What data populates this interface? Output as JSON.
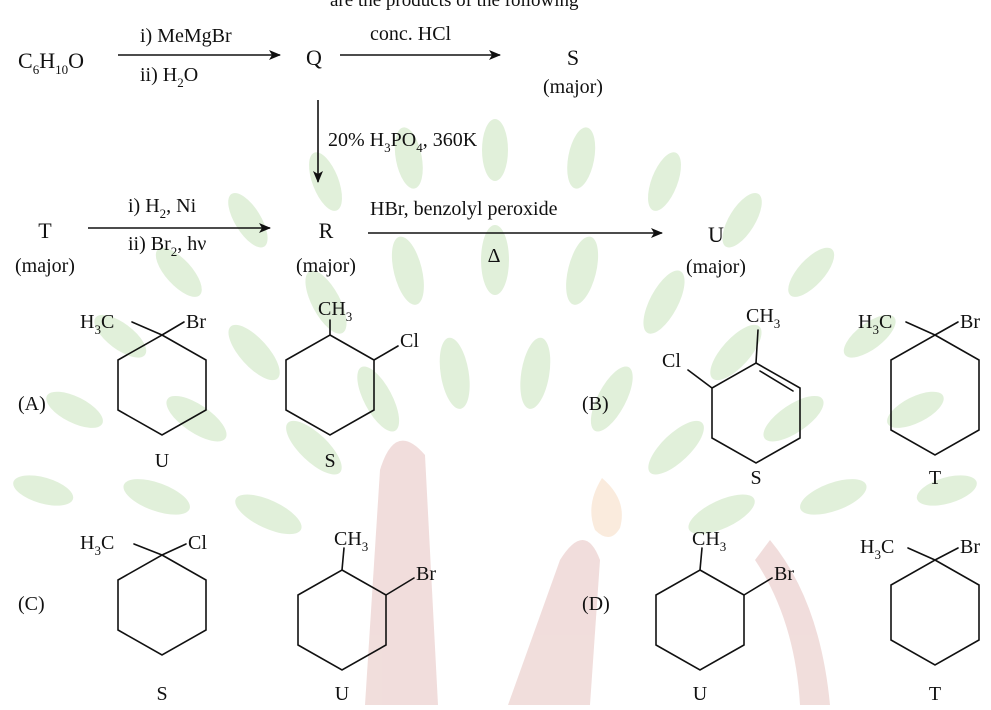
{
  "colors": {
    "watermark_green": "#c9e4bd",
    "watermark_red": "#e6c3c0",
    "watermark_orange": "#f6dcc2",
    "ink": "#111111"
  },
  "header": {
    "partial_text": "are the products of the following"
  },
  "scheme": {
    "start": {
      "c": "C",
      "c_sub": "6",
      "h": "H",
      "h_sub": "10",
      "o": "O"
    },
    "step1": {
      "top": "i) MeMgBr",
      "bottom_a": "ii) H",
      "bottom_sub": "2",
      "bottom_b": "O"
    },
    "Q": "Q",
    "step2": {
      "label": "conc. HCl"
    },
    "S": {
      "letter": "S",
      "tag": "(major)"
    },
    "step3": {
      "a": "20% H",
      "s1": "3",
      "b": "PO",
      "s2": "4",
      "c": ", 360K"
    },
    "T": {
      "letter": "T",
      "tag": "(major)"
    },
    "step4": {
      "top_a": "i) H",
      "top_sub": "2",
      "top_b": ", Ni",
      "bot_a": "ii) Br",
      "bot_sub": "2",
      "bot_b": ", hν"
    },
    "R": {
      "letter": "R",
      "tag": "(major)"
    },
    "step5": {
      "top": "HBr, benzolyl peroxide",
      "bottom": "Δ"
    },
    "U": {
      "letter": "U",
      "tag": "(major)"
    }
  },
  "options": {
    "A": {
      "label": "(A)",
      "s1": {
        "g1a": "H",
        "g1s": "3",
        "g1b": "C",
        "g2": "Br",
        "name": "U"
      },
      "s2": {
        "g1a": "CH",
        "g1s": "3",
        "g2": "Cl",
        "name": "S"
      }
    },
    "B": {
      "label": "(B)",
      "s1": {
        "g1a": "CH",
        "g1s": "3",
        "g2": "Cl",
        "name": "S"
      },
      "s2": {
        "g1a": "H",
        "g1s": "3",
        "g1b": "C",
        "g2": "Br",
        "name": "T"
      }
    },
    "C": {
      "label": "(C)",
      "s1": {
        "g1a": "H",
        "g1s": "3",
        "g1b": "C",
        "g2": "Cl",
        "name": "S"
      },
      "s2": {
        "g1a": "CH",
        "g1s": "3",
        "g2": "Br",
        "name": "U"
      }
    },
    "D": {
      "label": "(D)",
      "s1": {
        "g1a": "CH",
        "g1s": "3",
        "g2": "Br",
        "name": "U"
      },
      "s2": {
        "g1a": "H",
        "g1s": "3",
        "g1b": "C",
        "g2": "Br",
        "name": "T"
      }
    }
  }
}
